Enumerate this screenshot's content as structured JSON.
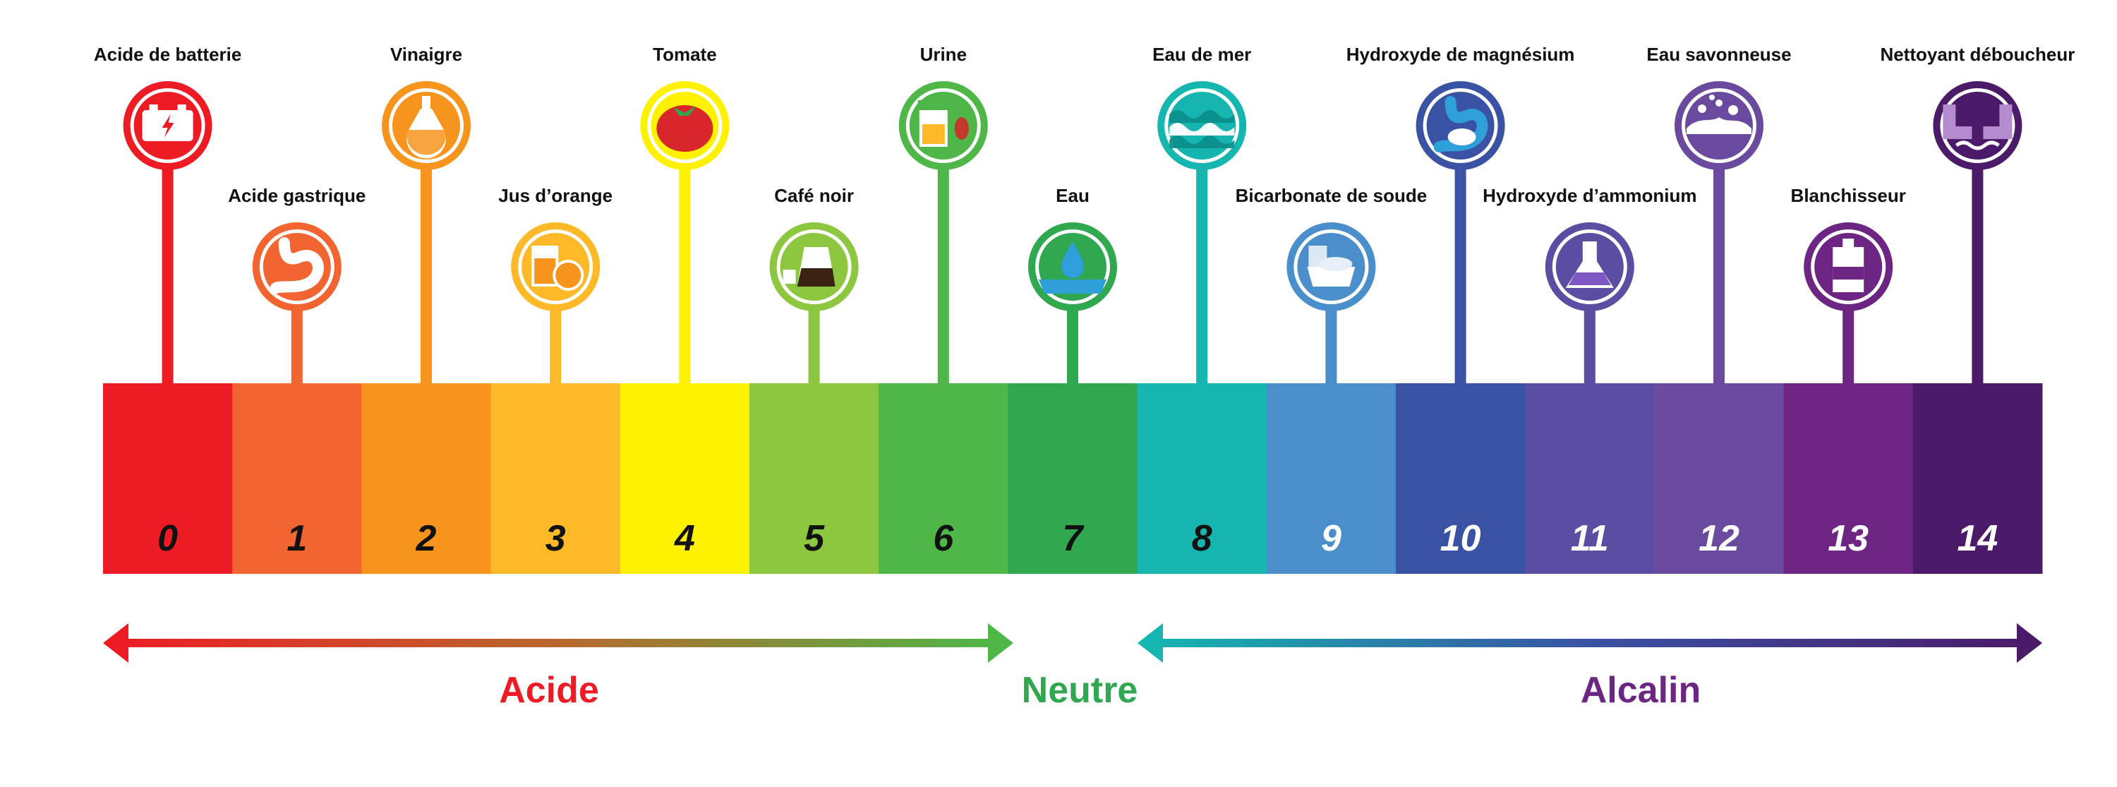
{
  "scale": {
    "segments": [
      {
        "value": "0",
        "label": "Acide de batterie",
        "icon": "battery-icon",
        "color": "#ED1C24",
        "digit_color": "#111111"
      },
      {
        "value": "1",
        "label": "Acide gastrique",
        "icon": "stomach-icon",
        "color": "#F26531",
        "digit_color": "#111111"
      },
      {
        "value": "2",
        "label": "Vinaigre",
        "icon": "vinegar-bottle-icon",
        "color": "#F7941D",
        "digit_color": "#111111"
      },
      {
        "value": "3",
        "label": "Jus d’orange",
        "icon": "orange-juice-icon",
        "color": "#FDB927",
        "digit_color": "#111111"
      },
      {
        "value": "4",
        "label": "Tomate",
        "icon": "tomato-icon",
        "color": "#FFF200",
        "digit_color": "#111111"
      },
      {
        "value": "5",
        "label": "Café noir",
        "icon": "coffee-pot-icon",
        "color": "#8DC63F",
        "digit_color": "#111111"
      },
      {
        "value": "6",
        "label": "Urine",
        "icon": "urine-sample-icon",
        "color": "#4EB748",
        "digit_color": "#111111"
      },
      {
        "value": "7",
        "label": "Eau",
        "icon": "water-drop-icon",
        "color": "#2FA84F",
        "digit_color": "#111111"
      },
      {
        "value": "8",
        "label": "Eau de mer",
        "icon": "sea-waves-icon",
        "color": "#15B5B0",
        "digit_color": "#111111"
      },
      {
        "value": "9",
        "label": "Bicarbonate de soude",
        "icon": "baking-soda-icon",
        "color": "#4A8FCC",
        "digit_color": "#ffffff"
      },
      {
        "value": "10",
        "label": "Hydroxyde de magnésium",
        "icon": "antacid-stomach-icon",
        "color": "#3A52A3",
        "digit_color": "#ffffff"
      },
      {
        "value": "11",
        "label": "Hydroxyde d’ammonium",
        "icon": "flask-icon",
        "color": "#5B4EA2",
        "digit_color": "#ffffff"
      },
      {
        "value": "12",
        "label": "Eau savonneuse",
        "icon": "soapy-water-icon",
        "color": "#6A4A9E",
        "digit_color": "#ffffff"
      },
      {
        "value": "13",
        "label": "Blanchisseur",
        "icon": "bleach-bottle-icon",
        "color": "#6D2583",
        "digit_color": "#ffffff"
      },
      {
        "value": "14",
        "label": "Nettoyant déboucheur",
        "icon": "drain-pipe-icon",
        "color": "#4B1A69",
        "digit_color": "#ffffff"
      }
    ]
  },
  "legend": {
    "acid": {
      "label": "Acide",
      "color": "#ED1C24"
    },
    "neutral": {
      "label": "Neutre",
      "color": "#2FA84F"
    },
    "alkaline": {
      "label": "Alcalin",
      "color": "#6D2583"
    }
  }
}
